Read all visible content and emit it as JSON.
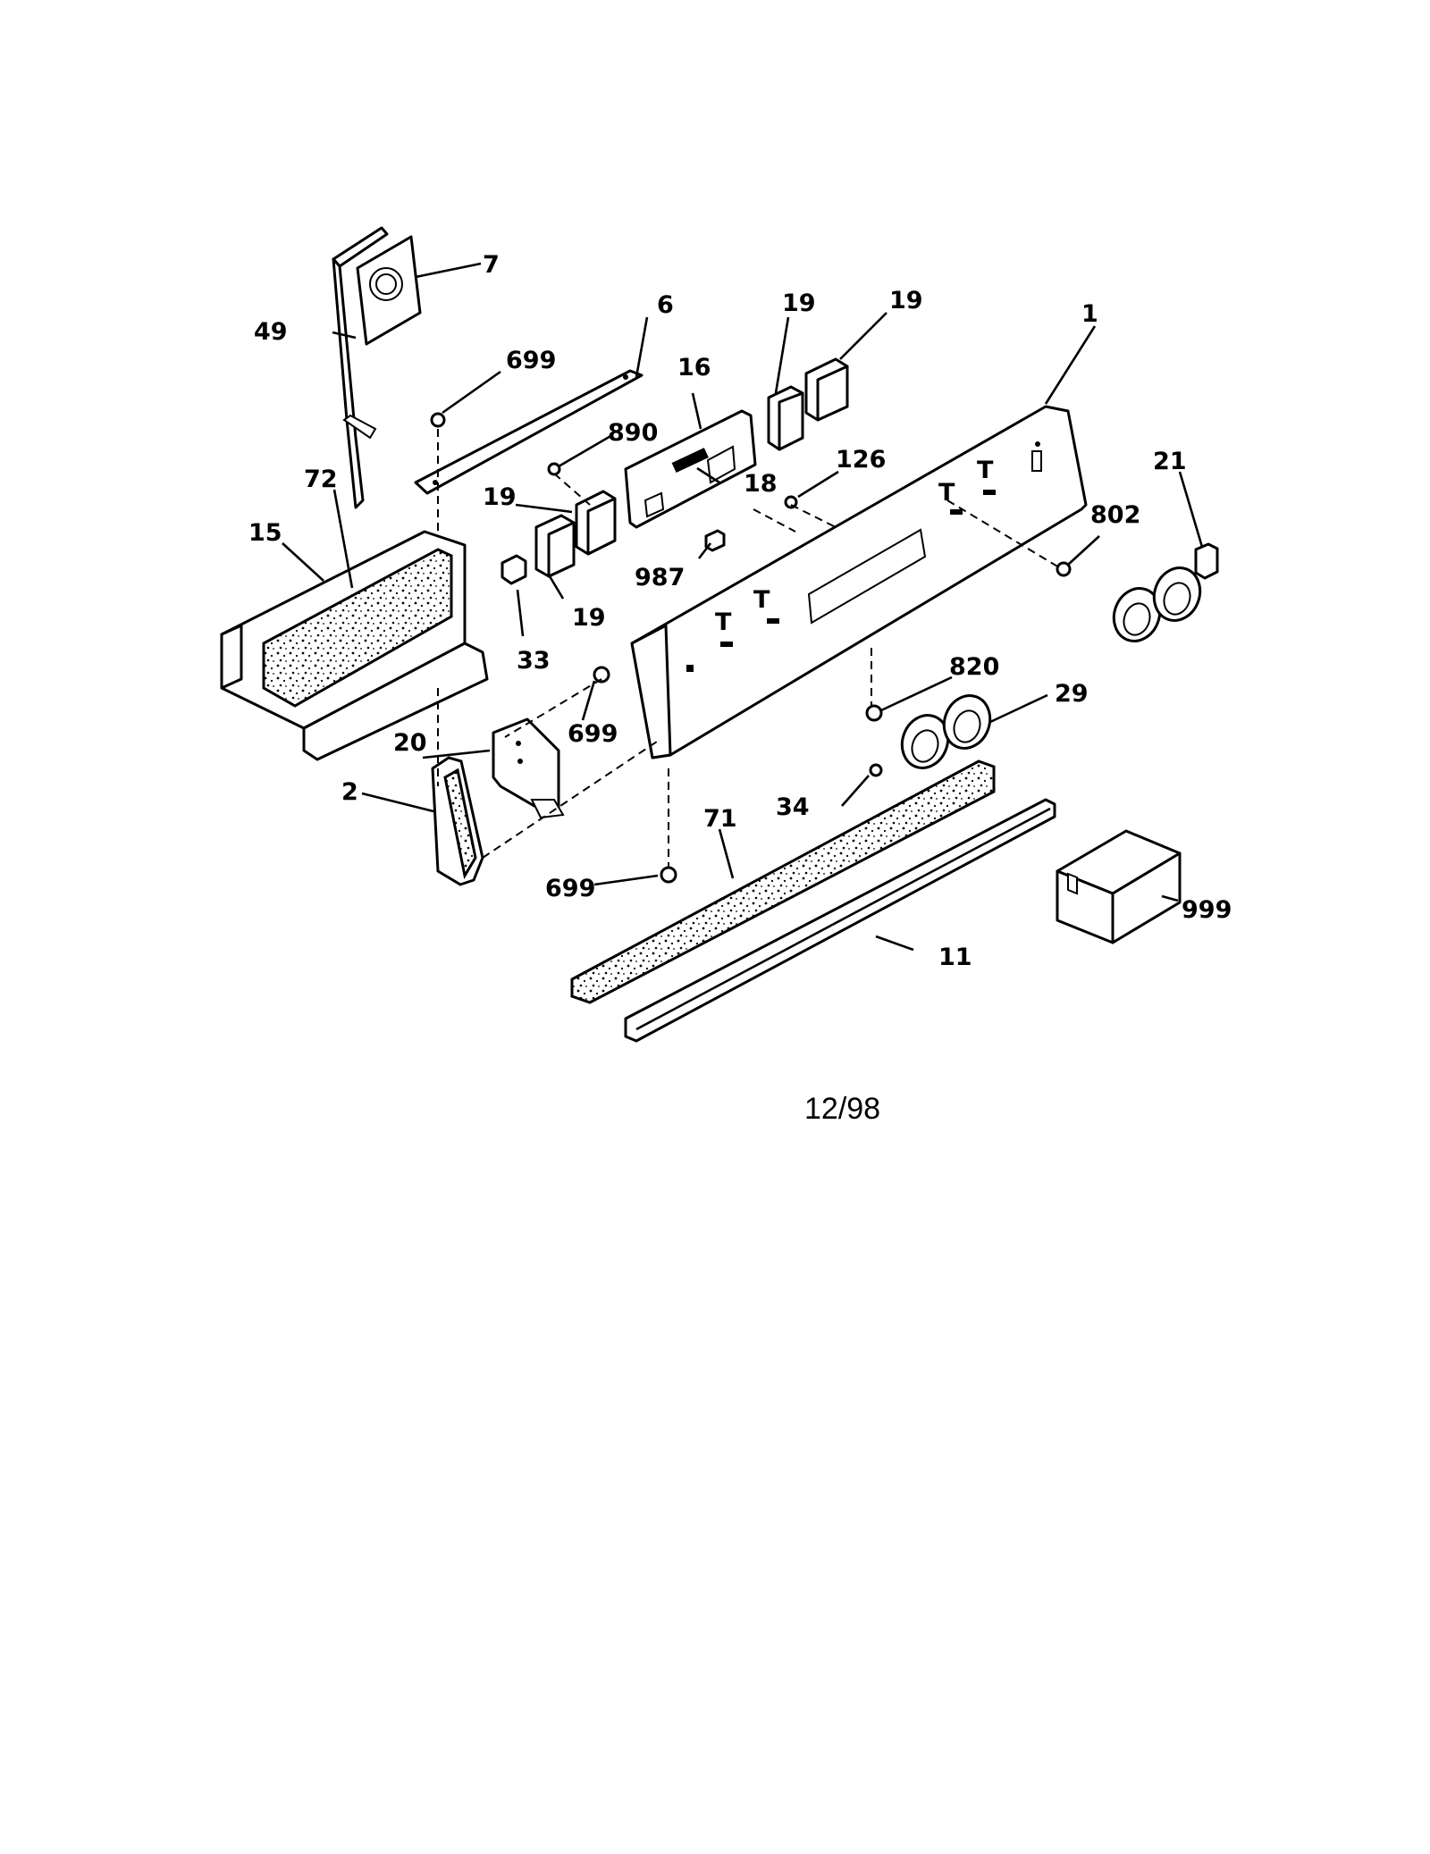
{
  "diagram": {
    "date_code": "12/98",
    "callouts": {
      "c1": "1",
      "c2": "2",
      "c6": "6",
      "c7": "7",
      "c11": "11",
      "c15": "15",
      "c16": "16",
      "c18": "18",
      "c19a": "19",
      "c19b": "19",
      "c19c": "19",
      "c19d": "19",
      "c20": "20",
      "c21": "21",
      "c29": "29",
      "c33": "33",
      "c34": "34",
      "c49": "49",
      "c71": "71",
      "c72": "72",
      "c126": "126",
      "c699a": "699",
      "c699b": "699",
      "c699c": "699",
      "c802": "802",
      "c820": "820",
      "c890": "890",
      "c987": "987",
      "c999": "999"
    }
  }
}
